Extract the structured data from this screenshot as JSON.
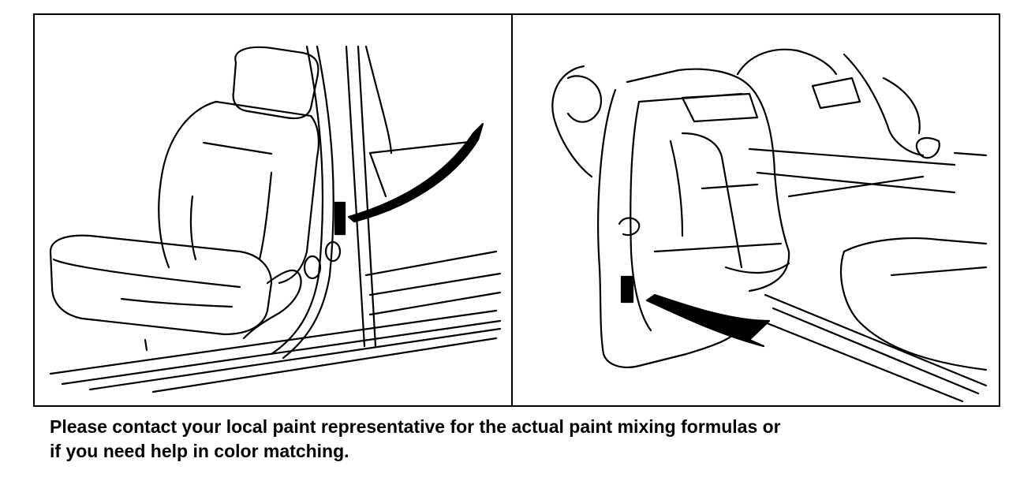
{
  "figure": {
    "left_panel": {
      "icon": "front-seat-door-pillar-illustration"
    },
    "right_panel": {
      "icon": "open-door-edge-illustration"
    },
    "caption": {
      "line1": "Please contact your local paint representative for the actual paint mixing formulas or",
      "line2": "if you need help in color matching."
    }
  }
}
